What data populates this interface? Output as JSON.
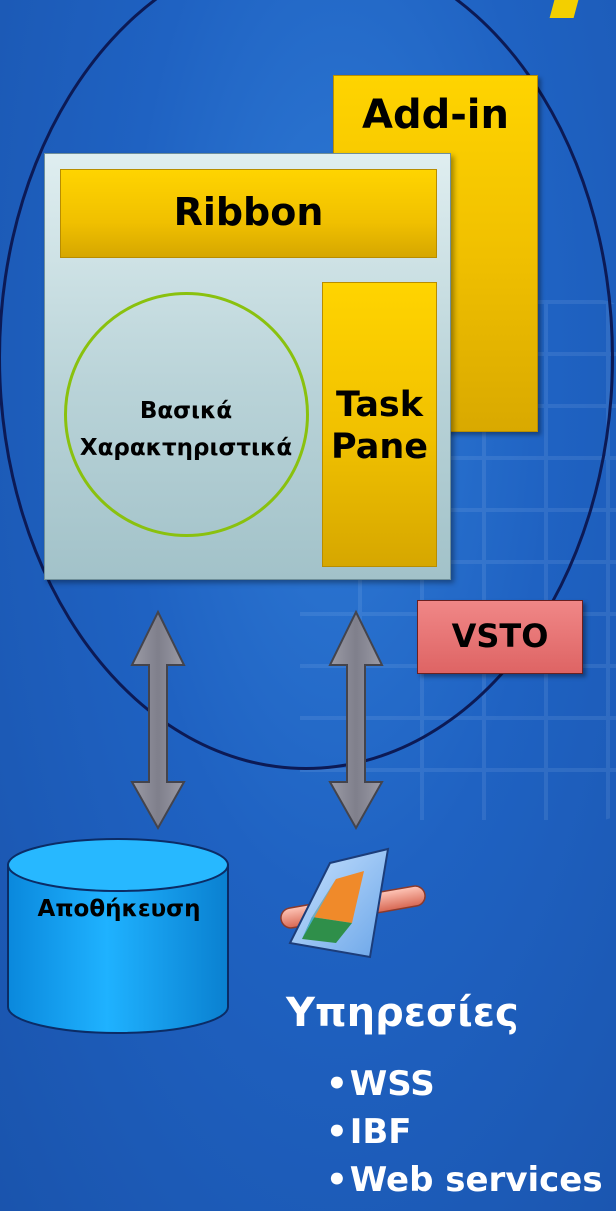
{
  "diagram": {
    "addin_label": "Add-in",
    "ribbon_label": "Ribbon",
    "taskpane_line1": "Task",
    "taskpane_line2": "Pane",
    "core_line1": "Βασικά",
    "core_line2": "Χαρακτηριστικά",
    "vsto_label": "VSTO",
    "storage_label": "Αποθήκευση",
    "services_title": "Υπηρεσίες",
    "services_items": [
      "WSS",
      "IBF",
      "Web services"
    ]
  },
  "colors": {
    "background": "#1f62c2",
    "yellow_box": "#f0c000",
    "panel": "#b9d3d8",
    "vsto_box": "#de6464",
    "circle_outline": "#8ac10e",
    "database": "#1aa0f0",
    "arrows": "#8e8e98",
    "services_text": "#ffffff"
  },
  "icons": {
    "services_icon": "services-connector-icon",
    "storage_icon": "database-cylinder-icon"
  }
}
